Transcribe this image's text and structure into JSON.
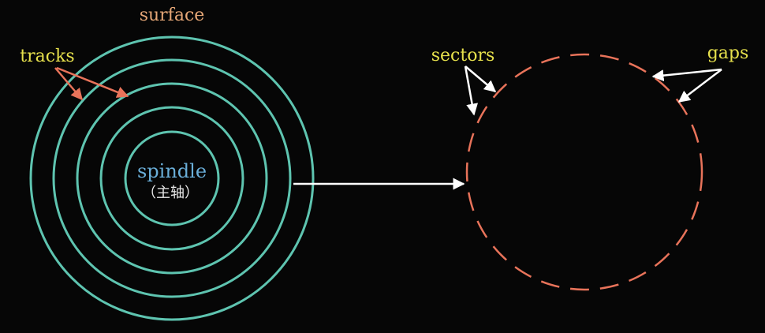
{
  "colors": {
    "background": "#060606",
    "track": "#5ec4b0",
    "sector": "#e8735a",
    "arrow_white": "#ffffff",
    "label_yellow": "#e6e04c",
    "label_surface": "#e6a777",
    "label_spindle": "#6aaed8",
    "label_sub": "#e8e8e8"
  },
  "labels": {
    "surface": "surface",
    "tracks": "tracks",
    "spindle": "spindle",
    "spindle_sub": "（主轴）",
    "sectors": "sectors",
    "gaps": "gaps"
  }
}
